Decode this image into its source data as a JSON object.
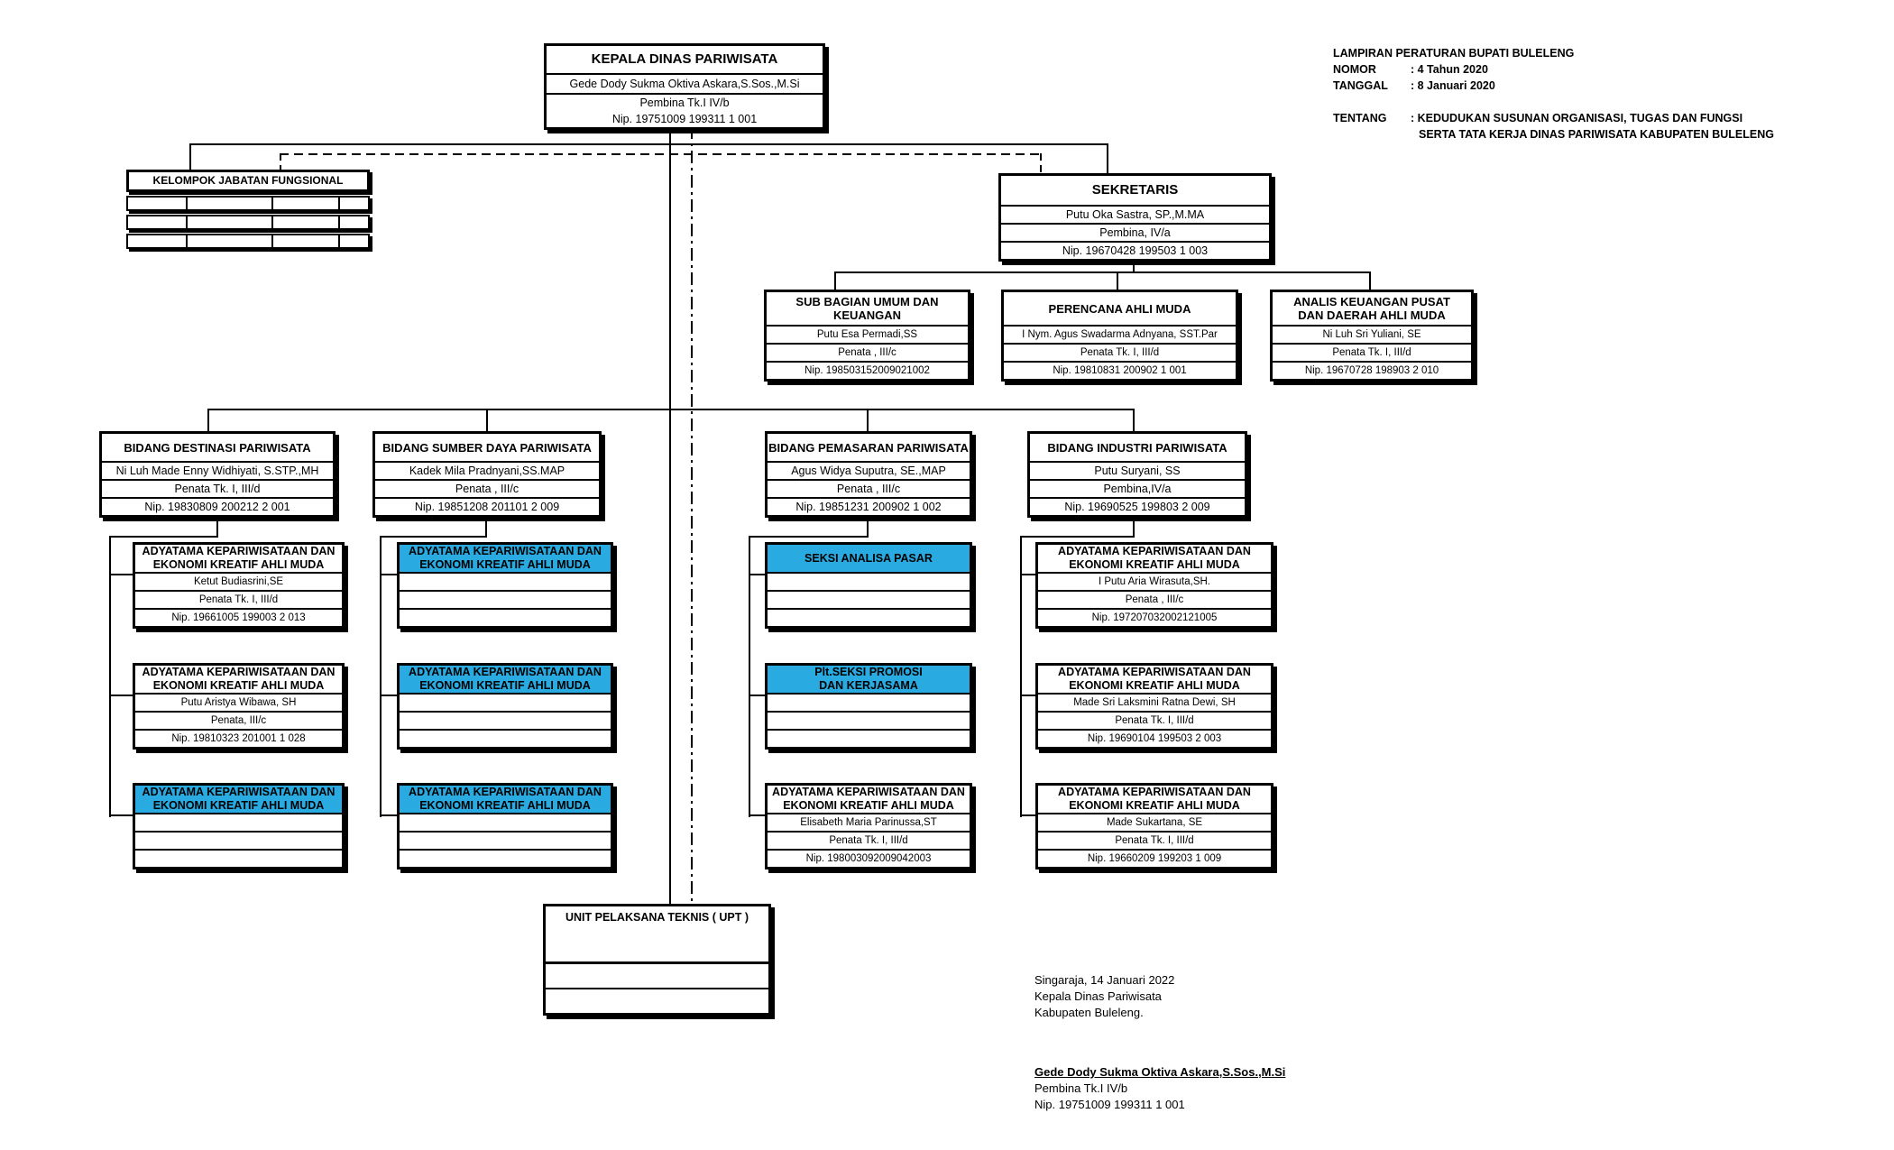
{
  "colors": {
    "highlight": "#29ABE2",
    "line": "#000000"
  },
  "kepala": {
    "title": "KEPALA DINAS PARIWISATA",
    "name": "Gede Dody Sukma Oktiva Askara,S.Sos.,M.Si",
    "rank": "Pembina Tk.I IV/b",
    "nip": "Nip. 19751009 199311 1 001"
  },
  "annex": {
    "heading": "LAMPIRAN PERATURAN BUPATI BULELENG",
    "nomor_label": "NOMOR",
    "nomor_value": ": 4 Tahun 2020",
    "tanggal_label": "TANGGAL",
    "tanggal_value": ": 8 Januari  2020",
    "tentang_label": "TENTANG",
    "tentang_value1": ": KEDUDUKAN SUSUNAN ORGANISASI, TUGAS DAN FUNGSI",
    "tentang_value2": "SERTA TATA KERJA DINAS PARIWISATA KABUPATEN BULELENG"
  },
  "fungsional": {
    "title": "KELOMPOK JABATAN FUNGSIONAL"
  },
  "sekretaris": {
    "title": "SEKRETARIS",
    "name": "Putu Oka Sastra, SP.,M.MA",
    "rank": "Pembina, IV/a",
    "nip": "Nip. 19670428 199503 1 003"
  },
  "sub_units": [
    {
      "title_l1": "SUB BAGIAN  UMUM DAN",
      "title_l2": "KEUANGAN",
      "name": "Putu Esa Permadi,SS",
      "rank": "Penata , III/c",
      "nip": "Nip. 198503152009021002"
    },
    {
      "title_l1": "PERENCANA AHLI MUDA",
      "title_l2": "",
      "name": "I Nym. Agus Swadarma Adnyana, SST.Par",
      "rank": "Penata  Tk. I, III/d",
      "nip": "Nip. 19810831 200902 1 001"
    },
    {
      "title_l1": "ANALIS KEUANGAN PUSAT",
      "title_l2": "DAN DAERAH AHLI MUDA",
      "name": "Ni Luh Sri Yuliani, SE",
      "rank": "Penata  Tk. I, III/d",
      "nip": "Nip. 19670728 198903 2 010"
    }
  ],
  "bidang": [
    {
      "title": "BIDANG DESTINASI PARIWISATA",
      "name": "Ni Luh Made Enny Widhiyati, S.STP.,MH",
      "rank": "Penata  Tk. I, III/d",
      "nip": "Nip. 19830809 200212 2 001"
    },
    {
      "title": "BIDANG SUMBER DAYA PARIWISATA",
      "name": "Kadek Mila Pradnyani,SS.MAP",
      "rank": "Penata , III/c",
      "nip": "Nip. 19851208 201101 2 009"
    },
    {
      "title": "BIDANG PEMASARAN PARIWISATA",
      "name": "Agus Widya Suputra, SE.,MAP",
      "rank": "Penata , III/c",
      "nip": "Nip. 19851231 200902 1 002"
    },
    {
      "title": "BIDANG INDUSTRI PARIWISATA",
      "name": "Putu Suryani, SS",
      "rank": "Pembina,IV/a",
      "nip": "Nip. 19690525 199803 2 009"
    }
  ],
  "columns": [
    [
      {
        "title_l1": "ADYATAMA KEPARIWISATAAN DAN",
        "title_l2": "EKONOMI KREATIF AHLI MUDA",
        "highlight": false,
        "name": "Ketut Budiasrini,SE",
        "rank": "Penata  Tk. I, III/d",
        "nip": "Nip. 19661005 199003 2 013"
      },
      {
        "title_l1": "ADYATAMA KEPARIWISATAAN DAN",
        "title_l2": "EKONOMI KREATIF AHLI MUDA",
        "highlight": false,
        "name": "Putu Aristya Wibawa, SH",
        "rank": "Penata, III/c",
        "nip": "Nip. 19810323 201001 1 028"
      },
      {
        "title_l1": "ADYATAMA KEPARIWISATAAN DAN",
        "title_l2": "EKONOMI KREATIF AHLI MUDA",
        "highlight": true,
        "name": "",
        "rank": "",
        "nip": ""
      }
    ],
    [
      {
        "title_l1": "ADYATAMA KEPARIWISATAAN DAN",
        "title_l2": "EKONOMI KREATIF AHLI MUDA",
        "highlight": true,
        "name": "",
        "rank": "",
        "nip": ""
      },
      {
        "title_l1": "ADYATAMA KEPARIWISATAAN DAN",
        "title_l2": "EKONOMI KREATIF AHLI MUDA",
        "highlight": true,
        "name": "",
        "rank": "",
        "nip": ""
      },
      {
        "title_l1": "ADYATAMA KEPARIWISATAAN DAN",
        "title_l2": "EKONOMI KREATIF AHLI MUDA",
        "highlight": true,
        "name": "",
        "rank": "",
        "nip": ""
      }
    ],
    [
      {
        "title_l1": "SEKSI ANALISA PASAR",
        "title_l2": "",
        "highlight": true,
        "name": "",
        "rank": "",
        "nip": ""
      },
      {
        "title_l1": "Plt.SEKSI  PROMOSI",
        "title_l2": "DAN KERJASAMA",
        "highlight": true,
        "name": "",
        "rank": "",
        "nip": ""
      },
      {
        "title_l1": "ADYATAMA KEPARIWISATAAN DAN",
        "title_l2": "EKONOMI KREATIF AHLI MUDA",
        "highlight": false,
        "name": "Elisabeth Maria Parinussa,ST",
        "rank": "Penata  Tk. I, III/d",
        "nip": "Nip. 198003092009042003"
      }
    ],
    [
      {
        "title_l1": "ADYATAMA KEPARIWISATAAN DAN",
        "title_l2": "EKONOMI KREATIF AHLI MUDA",
        "highlight": false,
        "name": "I Putu Aria Wirasuta,SH.",
        "rank": "Penata , III/c",
        "nip": "Nip. 197207032002121005"
      },
      {
        "title_l1": "ADYATAMA KEPARIWISATAAN DAN",
        "title_l2": "EKONOMI KREATIF AHLI MUDA",
        "highlight": false,
        "name": "Made Sri Laksmini Ratna Dewi, SH",
        "rank": "Penata Tk. I, III/d",
        "nip": "Nip. 19690104 199503 2 003"
      },
      {
        "title_l1": "ADYATAMA KEPARIWISATAAN DAN",
        "title_l2": "EKONOMI KREATIF AHLI MUDA",
        "highlight": false,
        "name": "Made Sukartana, SE",
        "rank": "Penata Tk. I, III/d",
        "nip": "Nip. 19660209 199203 1 009"
      }
    ]
  ],
  "upt": {
    "title": "UNIT PELAKSANA TEKNIS ( UPT )"
  },
  "signature": {
    "line1": "Singaraja, 14 Januari 2022",
    "line2": "Kepala Dinas Pariwisata",
    "line3": "Kabupaten Buleleng.",
    "name": "Gede Dody Sukma Oktiva Askara,S.Sos.,M.Si",
    "rank": "Pembina Tk.I IV/b",
    "nip": "Nip. 19751009 199311 1 001"
  }
}
